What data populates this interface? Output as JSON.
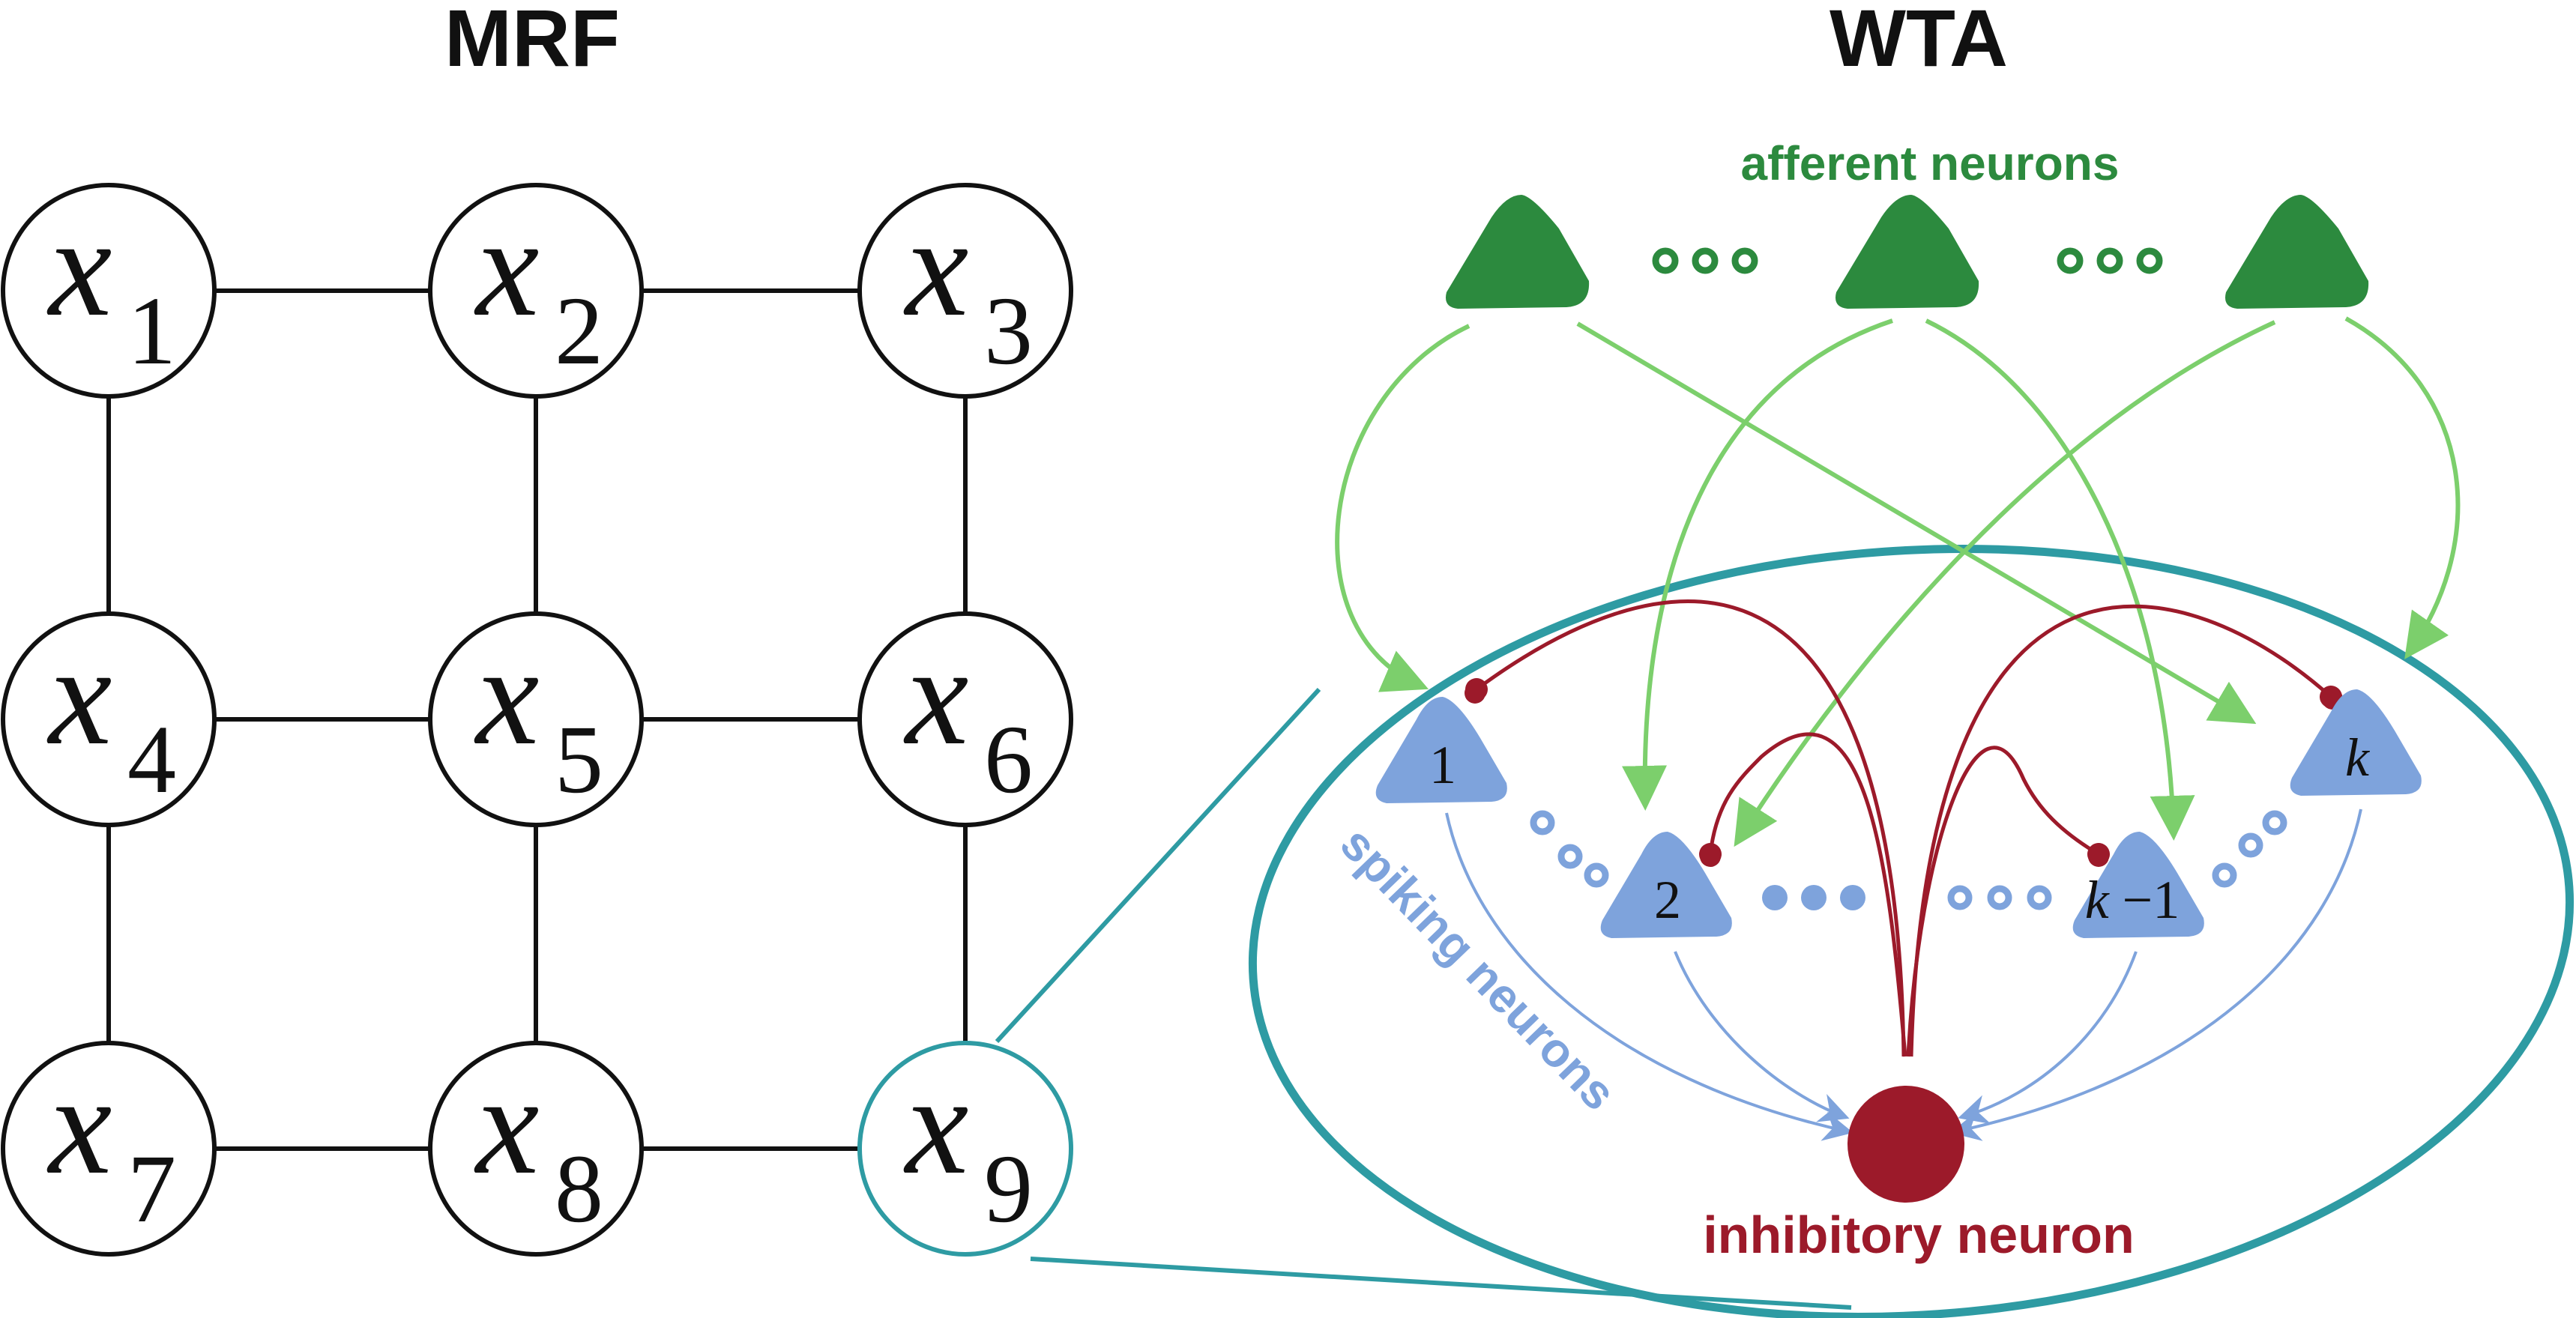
{
  "titles": {
    "mrf": "MRF",
    "wta": "WTA"
  },
  "mrf_nodes": [
    {
      "var": "x",
      "sub": "1"
    },
    {
      "var": "x",
      "sub": "2"
    },
    {
      "var": "x",
      "sub": "3"
    },
    {
      "var": "x",
      "sub": "4"
    },
    {
      "var": "x",
      "sub": "5"
    },
    {
      "var": "x",
      "sub": "6"
    },
    {
      "var": "x",
      "sub": "7"
    },
    {
      "var": "x",
      "sub": "8"
    },
    {
      "var": "x",
      "sub": "9"
    }
  ],
  "labels": {
    "afferent": "afferent neurons",
    "spiking": "spiking neurons",
    "inhibitory": "inhibitory neuron"
  },
  "spiking_neurons": [
    {
      "label": "1"
    },
    {
      "label": "2"
    },
    {
      "label_italic": "k",
      "label_rest": " −1"
    },
    {
      "label_italic": "k"
    }
  ],
  "colors": {
    "afferent_green": "#2c8a3e",
    "afferent_arrow": "#7ccf6c",
    "spiking_blue": "#7ea3dc",
    "inhibitory_red": "#9c1a2a",
    "highlight_teal": "#2e9ba3"
  }
}
